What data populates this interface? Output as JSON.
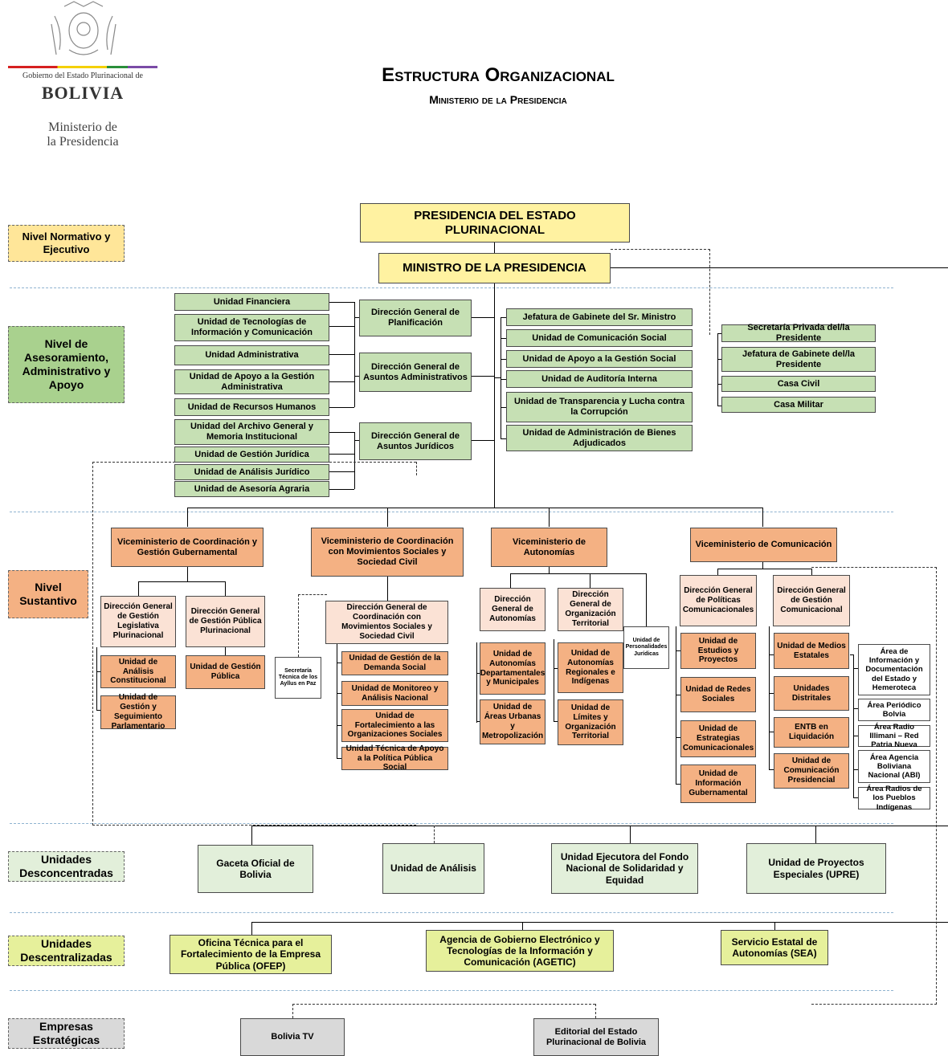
{
  "header": {
    "title": "Estructura Organizacional",
    "subtitle": "Ministerio de la Presidencia",
    "logo_gov_line": "Gobierno del Estado Plurinacional de",
    "logo_country": "BOLIVIA",
    "logo_ministry_1": "Ministerio de",
    "logo_ministry_2": "la Presidencia"
  },
  "levels": {
    "normativo": "Nivel Normativo y Ejecutivo",
    "asesoramiento": "Nivel de Asesoramiento, Administrativo y Apoyo",
    "sustantivo": "Nivel Sustantivo",
    "desconcentradas": "Unidades Desconcentradas",
    "descentralizadas": "Unidades Descentralizadas",
    "empresas": "Empresas Estratégicas"
  },
  "top": {
    "presidencia": "PRESIDENCIA DEL ESTADO PLURINACIONAL",
    "ministro": "MINISTRO DE LA PRESIDENCIA"
  },
  "admin_left": {
    "financiera": "Unidad Financiera",
    "tecnologias": "Unidad de Tecnologías de Información y Comunicación",
    "administrativa": "Unidad Administrativa",
    "apoyo_gestion": "Unidad de Apoyo a la Gestión Administrativa",
    "rrhh": "Unidad de Recursos Humanos",
    "archivo": "Unidad del Archivo General y Memoria Institucional",
    "gestion_juridica": "Unidad  de Gestión Jurídica",
    "analisis_juridico": "Unidad de Análisis Jurídico",
    "asesoria_agraria": "Unidad de Asesoría Agraria"
  },
  "admin_dirs": {
    "planificacion": "Dirección General de Planificación",
    "administrativos": "Dirección General de Asuntos Administrativos",
    "juridicos": "Dirección General de Asuntos Jurídicos"
  },
  "admin_center": {
    "jefatura": "Jefatura de Gabinete del Sr. Ministro",
    "comunicacion_social": "Unidad de Comunicación Social",
    "apoyo_gestion_social": "Unidad de Apoyo a la Gestión Social",
    "auditoria": "Unidad de Auditoría Interna",
    "transparencia": "Unidad de Transparencia y Lucha contra la Corrupción",
    "bienes": "Unidad de Administración de Bienes Adjudicados"
  },
  "admin_right": {
    "secretaria": "Secretaría Privada del/la Presidente",
    "jefatura_presidente": "Jefatura de Gabinete del/la Presidente",
    "casa_civil": "Casa Civil",
    "casa_militar": "Casa Militar"
  },
  "vice": {
    "coordinacion_gestion": "Viceministerio de Coordinación y Gestión Gubernamental",
    "movimientos": "Viceministerio de Coordinación con Movimientos Sociales y Sociedad Civil",
    "autonomias": "Viceministerio de Autonomías",
    "comunicacion": "Viceministerio de Comunicación"
  },
  "vcg": {
    "dg_legislativa": "Dirección General de Gestión Legislativa Plurinacional",
    "dg_publica": "Dirección General de Gestión Pública Plurinacional",
    "analisis_constitucional": "Unidad de Análisis Constitucional",
    "seguimiento": "Unidad de Gestión y Seguimiento Parlamentario",
    "gestion_publica": "Unidad de Gestión Pública"
  },
  "vms": {
    "secretaria_ayllus": "Secretaría Técnica de los Ayllus en Paz",
    "dg_movimientos": "Dirección General de Coordinación con Movimientos Sociales y Sociedad Civil",
    "demanda_social": "Unidad de Gestión de la Demanda Social",
    "monitoreo": "Unidad de Monitoreo y Análisis Nacional",
    "fortalecimiento": "Unidad de Fortalecimiento a las Organizaciones Sociales",
    "tecnica_apoyo": "Unidad Técnica de Apoyo a la Política Pública Social"
  },
  "va": {
    "dg_autonomias": "Dirección General de Autonomías",
    "dg_territorial": "Dirección General de Organización Territorial",
    "personalidades": "Unidad de Personalidades Jurídicas",
    "departamentales": "Unidad de Autonomías Departamentales y Municipales",
    "areas_urbanas": "Unidad de Áreas Urbanas y Metropolización",
    "regionales": "Unidad de Autonomías Regionales e Indígenas",
    "limites": "Unidad de Límites y Organización Territorial"
  },
  "vc": {
    "dg_politicas": "Dirección General de Políticas Comunicacionales",
    "dg_gestion": "Dirección General de Gestión Comunicacional",
    "estudios": "Unidad de Estudios y Proyectos",
    "redes": "Unidad de Redes Sociales",
    "estrategias": "Unidad de Estrategias Comunicacionales",
    "informacion": "Unidad de Información Gubernamental",
    "medios": "Unidad de Medios Estatales",
    "distritales": "Unidades Distritales",
    "entb": "ENTB en Liquidación",
    "presidencial": "Unidad de Comunicación Presidencial",
    "area_info": "Área de Información y Documentación del Estado y Hemeroteca",
    "area_periodico": "Área Periódico Bolvia",
    "area_radio": "Área Radio Illimani – Red Patria Nueva",
    "area_agencia": "Área Agencia Boliviana Nacional (ABI)",
    "area_radios_pueblos": "Área Radios de los Pueblos Indígenas"
  },
  "desconcentradas": {
    "gaceta": "Gaceta Oficial de Bolivia",
    "analisis": "Unidad de Análisis",
    "fondo": "Unidad Ejecutora del Fondo Nacional de Solidaridad y Equidad",
    "upre": "Unidad de Proyectos Especiales (UPRE)"
  },
  "descentralizadas": {
    "ofep": "Oficina Técnica para el Fortalecimiento de la Empresa Pública (OFEP)",
    "agetic": "Agencia de Gobierno Electrónico y Tecnologías de la Información y Comunicación (AGETIC)",
    "sea": "Servicio Estatal de Autonomías (SEA)"
  },
  "empresas": {
    "bolivia_tv": "Bolivia TV",
    "editorial": "Editorial del Estado Plurinacional de Bolivia"
  },
  "colors": {
    "green": "#c6e0b4",
    "orange": "#f4b183",
    "pale_orange": "#fbe2d5",
    "yellow": "#fff2a1",
    "light_green": "#e2efda",
    "lime": "#e6f09b",
    "grey": "#d9d9d9"
  }
}
